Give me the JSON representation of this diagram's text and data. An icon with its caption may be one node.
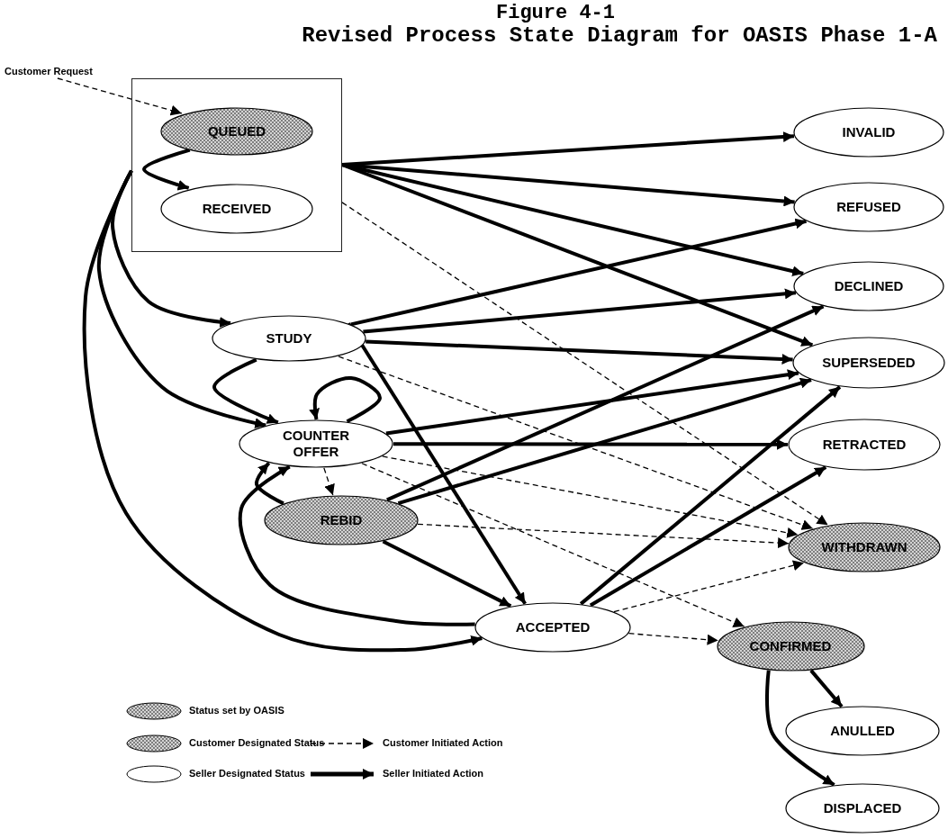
{
  "diagram": {
    "caption": "Figure 4-1",
    "title": "Revised Process State Diagram for OASIS Phase 1-A",
    "nodes": [
      {
        "text": [
          "Customer Request"
        ]
      },
      {
        "text": [],
        "shape": "box"
      },
      {
        "text": [
          "QUEUED"
        ],
        "in": 1
      },
      {
        "text": [
          "RECEIVED"
        ],
        "in": 1
      },
      {
        "text": [
          "INVALID"
        ]
      },
      {
        "text": [
          "REFUSED"
        ]
      },
      {
        "text": [
          "DECLINED"
        ]
      },
      {
        "text": [
          "STUDY"
        ]
      },
      {
        "text": [
          "SUPERSEDED"
        ]
      },
      {
        "text": [
          "COUNTER OFFER"
        ]
      },
      {
        "text": [
          "RETRACTED"
        ]
      },
      {
        "text": [
          "REBID"
        ]
      },
      {
        "text": [
          "WITHDRAWN"
        ]
      },
      {
        "text": [
          "ACCEPTED"
        ]
      },
      {
        "text": [
          "CONFIRMED"
        ]
      },
      {
        "text": [
          "ANULLED"
        ]
      },
      {
        "text": [
          "DISPLACED"
        ]
      }
    ],
    "edges": [
      {
        "from": 0,
        "to": 2,
        "arrow": "to",
        "style": "dashed"
      },
      {
        "from": 2,
        "to": 3,
        "arrow": "to"
      },
      {
        "from": 1,
        "to": 4,
        "arrow": "to"
      },
      {
        "from": 1,
        "to": 5,
        "arrow": "to"
      },
      {
        "from": 1,
        "to": 6,
        "arrow": "to"
      },
      {
        "from": 1,
        "to": 8,
        "arrow": "to"
      },
      {
        "from": 1,
        "to": 12,
        "arrow": "to",
        "style": "dashed"
      },
      {
        "from": 1,
        "to": 7,
        "arrow": "to"
      },
      {
        "from": 1,
        "to": 9,
        "arrow": "to"
      },
      {
        "from": 1,
        "to": 13,
        "arrow": "to"
      },
      {
        "from": 7,
        "to": 5,
        "arrow": "to"
      },
      {
        "from": 7,
        "to": 6,
        "arrow": "to"
      },
      {
        "from": 7,
        "to": 8,
        "arrow": "to"
      },
      {
        "from": 7,
        "to": 13,
        "arrow": "to"
      },
      {
        "from": 7,
        "to": 9,
        "arrow": "to"
      },
      {
        "from": 7,
        "to": 12,
        "arrow": "to",
        "style": "dashed"
      },
      {
        "from": 9,
        "to": 9,
        "arrow": "to"
      },
      {
        "from": 9,
        "to": 8,
        "arrow": "to"
      },
      {
        "from": 9,
        "to": 10,
        "arrow": "to"
      },
      {
        "from": 9,
        "to": 11,
        "arrow": "to",
        "style": "dashed"
      },
      {
        "from": 9,
        "to": 12,
        "arrow": "to",
        "style": "dashed"
      },
      {
        "from": 9,
        "to": 14,
        "arrow": "to",
        "style": "dashed"
      },
      {
        "from": 11,
        "to": 9,
        "arrow": "to"
      },
      {
        "from": 11,
        "to": 6,
        "arrow": "to"
      },
      {
        "from": 11,
        "to": 8,
        "arrow": "to"
      },
      {
        "from": 11,
        "to": 13,
        "arrow": "to"
      },
      {
        "from": 11,
        "to": 12,
        "arrow": "to",
        "style": "dashed"
      },
      {
        "from": 13,
        "to": 9,
        "arrow": "to"
      },
      {
        "from": 13,
        "to": 8,
        "arrow": "to"
      },
      {
        "from": 13,
        "to": 10,
        "arrow": "to"
      },
      {
        "from": 13,
        "to": 12,
        "arrow": "to",
        "style": "dashed"
      },
      {
        "from": 13,
        "to": 14,
        "arrow": "to",
        "style": "dashed"
      },
      {
        "from": 14,
        "to": 15,
        "arrow": "to"
      },
      {
        "from": 14,
        "to": 16,
        "arrow": "to"
      }
    ],
    "legend": [
      {
        "text": "Status set by OASIS"
      },
      {
        "text": "Customer Designated Status"
      },
      {
        "text": "Customer Initiated Action"
      },
      {
        "text": "Seller Designated Status"
      },
      {
        "text": "Seller Initiated Action"
      }
    ]
  }
}
